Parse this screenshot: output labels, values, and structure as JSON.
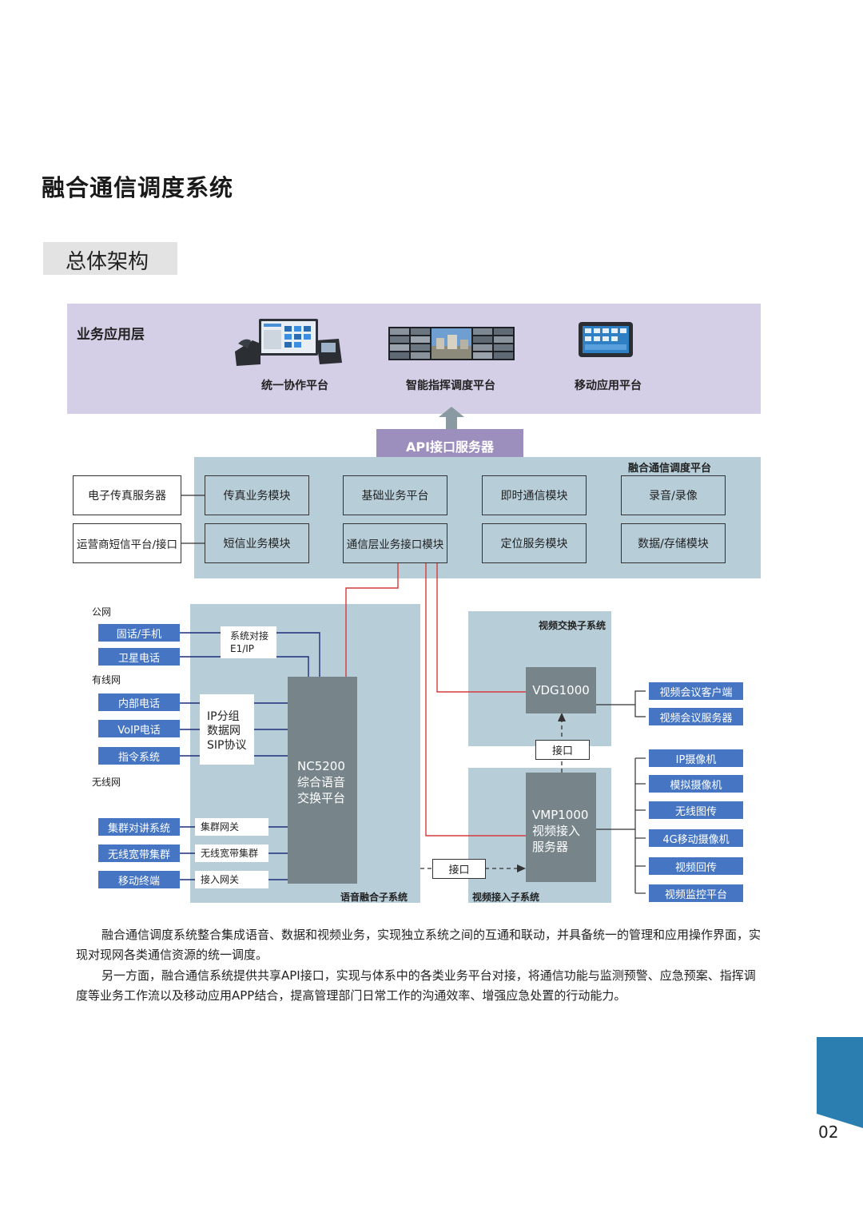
{
  "title": "融合通信调度系统",
  "section": "总体架构",
  "app_layer": {
    "label": "业务应用层",
    "platforms": [
      "统一协作平台",
      "智能指挥调度平台",
      "移动应用平台"
    ]
  },
  "api_server": "API接口服务器",
  "fusion_platform": {
    "label": "融合通信调度平台",
    "modules_row1": [
      "传真业务模块",
      "基础业务平台",
      "即时通信模块",
      "录音/录像"
    ],
    "modules_row2": [
      "短信业务模块",
      "通信层业务接口模块",
      "定位服务模块",
      "数据/存储模块"
    ]
  },
  "external_servers": [
    "电子传真服务器",
    "运营商短信平台/接口"
  ],
  "networks": {
    "public": "公网",
    "public_items": [
      "固话/手机",
      "卫星电话"
    ],
    "wired": "有线网",
    "wired_items": [
      "内部电话",
      "VoIP电话",
      "指令系统"
    ],
    "wireless": "无线网",
    "wireless_items": [
      "集群对讲系统",
      "无线宽带集群",
      "移动终端"
    ]
  },
  "connectors": {
    "e1": [
      "系统对接",
      "E1/IP"
    ],
    "ip": [
      "IP分组",
      "数据网",
      "SIP协议"
    ],
    "gateways": [
      "集群网关",
      "无线宽带集群",
      "接入网关"
    ]
  },
  "voice": {
    "device": [
      "NC5200",
      "综合语音",
      "交换平台"
    ],
    "subsystem": "语音融合子系统"
  },
  "video_switch": {
    "subsystem": "视频交换子系统",
    "device": "VDG1000",
    "outputs": [
      "视频会议客户端",
      "视频会议服务器"
    ]
  },
  "interface_label": "接口",
  "video_access": {
    "subsystem": "视频接入子系统",
    "device": [
      "VMP1000",
      "视频接入",
      "服务器"
    ],
    "inputs": [
      "IP摄像机",
      "模拟摄像机",
      "无线图传",
      "4G移动摄像机",
      "视频回传",
      "视频监控平台"
    ]
  },
  "description": [
    "融合通信调度系统整合集成语音、数据和视频业务，实现独立系统之间的互通和联动，并具备统一的管理和应用操作界面，实现对现网各类通信资源的统一调度。",
    "另一方面，融合通信系统提供共享API接口，实现与体系中的各类业务平台对接，将通信功能与监测预警、应急预案、指挥调度等业务工作流以及移动应用APP结合，提高管理部门日常工作的沟通效率、增强应急处置的行动能力。"
  ],
  "page_number": "02",
  "colors": {
    "app_layer_bg": "#d4cfe6",
    "platform_bg": "#b7cdd8",
    "api_bg": "#9d8fbd",
    "label_blue": "#4676c3",
    "device_gray": "#77858b",
    "link_red": "#d63a3a",
    "link_navy": "#1f2f7a",
    "page_tab": "#2b7fb0"
  }
}
